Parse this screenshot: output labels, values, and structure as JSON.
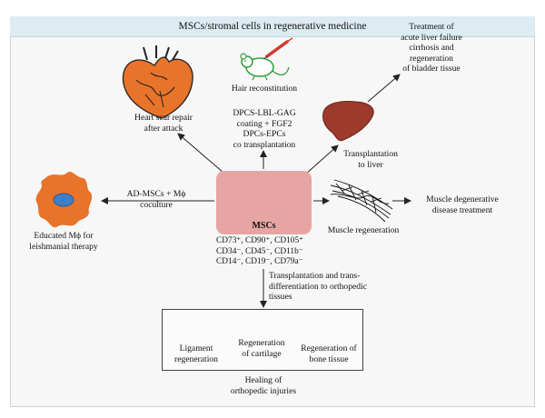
{
  "title": "MSCs/stromal cells in regenerative medicine",
  "center": {
    "label": "MSCs",
    "markers": "CD73⁺, CD90⁺, CD105⁺\nCD34⁻, CD45⁻, CD11b⁻\nCD14⁻, CD19⁻, CD79a⁻"
  },
  "nodes": {
    "heart": "Heart scar repair\nafter attack",
    "hair": "Hair reconstitution",
    "dpcs": "DPCS-LBL-GAG\ncoating + FGF2\nDPCs-EPCs\nco transplantation",
    "liver_treatment": "Treatment of\nacute liver failure\ncirrhosis and\nregeneration\nof bladder tissue",
    "liver_transplant": "Transplantation\nto liver",
    "ad_mscs": "AD-MSCs + Mϕ\ncoculture",
    "educated": "Educated Mϕ for\nleishmanial therapy",
    "muscle_regen": "Muscle regeneration",
    "muscle_disease": "Muscle degenerative\ndisease treatment",
    "trans_diff": "Transplantation and trans-\ndifferentiation to orthopedic\ntissues",
    "ligament": "Ligament\nregeneration",
    "cartilage": "Regeneration\nof cartilage",
    "bone": "Regeneration of\nbone tissue",
    "healing": "Healing of\northopedic injuries"
  },
  "colors": {
    "header_bg": "#dcecf2",
    "mscs_box": "#e6a5a3",
    "heart_fill": "#e8732a",
    "macrophage": "#e8732a",
    "liver": "#9c3a2c",
    "mouse": "#2e9c3a",
    "syringe": "#d23a2a",
    "ligament": "#3f7fc7"
  },
  "icons": [
    "heart-icon",
    "mouse-icon",
    "liver-icon",
    "macrophage-icon",
    "muscle-fiber-icon",
    "petri-dish-icon",
    "ligament-icon",
    "cartilage-icon",
    "bone-icon"
  ]
}
